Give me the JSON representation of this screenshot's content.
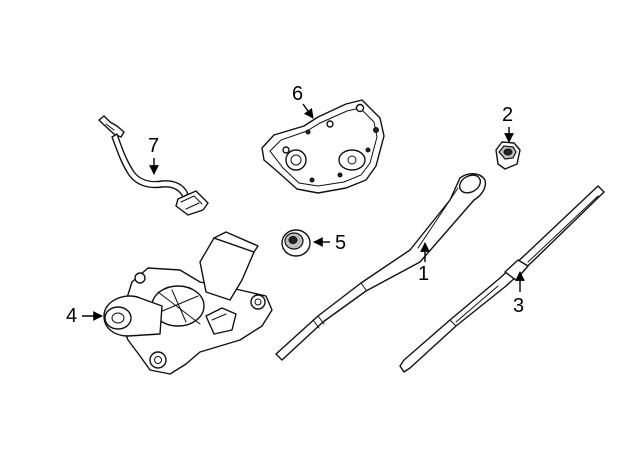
{
  "callouts": {
    "c1": "1",
    "c2": "2",
    "c3": "3",
    "c4": "4",
    "c5": "5",
    "c6": "6",
    "c7": "7"
  },
  "parts": [
    {
      "callout": "1",
      "icon": "wiper-arm-icon"
    },
    {
      "callout": "2",
      "icon": "hex-nut-icon"
    },
    {
      "callout": "3",
      "icon": "wiper-blade-icon"
    },
    {
      "callout": "4",
      "icon": "wiper-motor-icon"
    },
    {
      "callout": "5",
      "icon": "grommet-icon"
    },
    {
      "callout": "6",
      "icon": "cover-plate-icon"
    },
    {
      "callout": "7",
      "icon": "wiring-harness-icon"
    }
  ]
}
